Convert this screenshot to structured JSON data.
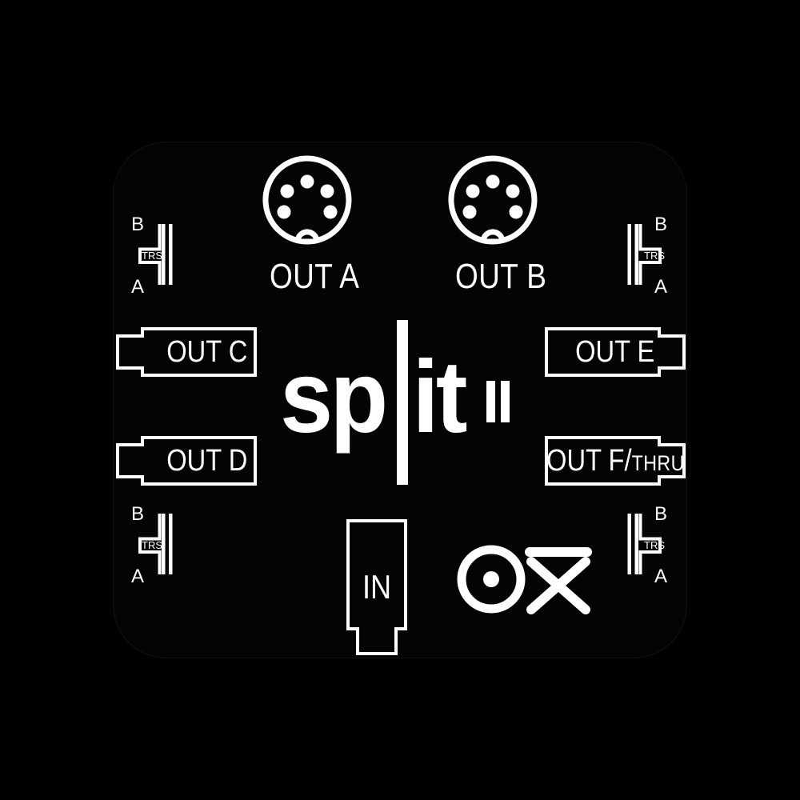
{
  "device": {
    "brand": "OX",
    "product_name": "split",
    "product_version": "II",
    "panel_color": "#040404",
    "ink_color": "#ffffff",
    "background_color": "#000000"
  },
  "ports": {
    "din_outputs": [
      {
        "id": "out-a",
        "label": "OUT A",
        "type": "din-5",
        "pins": 5
      },
      {
        "id": "out-b",
        "label": "OUT B",
        "type": "din-5",
        "pins": 5
      }
    ],
    "trs_outputs": [
      {
        "id": "out-c",
        "label": "OUT C",
        "sub_label": "",
        "type": "trs-jack",
        "notch_side": "left"
      },
      {
        "id": "out-d",
        "label": "OUT D",
        "sub_label": "",
        "type": "trs-jack",
        "notch_side": "left"
      },
      {
        "id": "out-e",
        "label": "OUT E",
        "sub_label": "",
        "type": "trs-jack",
        "notch_side": "right"
      },
      {
        "id": "out-f",
        "label": "OUT F/",
        "sub_label": "THRU",
        "type": "trs-jack",
        "notch_side": "right"
      }
    ],
    "input": {
      "id": "in",
      "label": "IN",
      "type": "trs-jack",
      "orientation": "vertical"
    }
  },
  "trs_markers": [
    {
      "id": "trs-top-left",
      "top_label": "B",
      "bottom_label": "A",
      "center_label": "TRS",
      "mirrored": false
    },
    {
      "id": "trs-top-right",
      "top_label": "B",
      "bottom_label": "A",
      "center_label": "TRS",
      "mirrored": true
    },
    {
      "id": "trs-bottom-left",
      "top_label": "B",
      "bottom_label": "A",
      "center_label": "TRS",
      "mirrored": false
    },
    {
      "id": "trs-bottom-right",
      "top_label": "B",
      "bottom_label": "A",
      "center_label": "TRS",
      "mirrored": true
    }
  ],
  "icons": {
    "din_connector": "din-5-connector-icon",
    "trs_pinout": "trs-pinout-icon",
    "jack_plate": "trs-jack-plate-icon",
    "brand_mark": "ox-brand-mark-icon"
  }
}
